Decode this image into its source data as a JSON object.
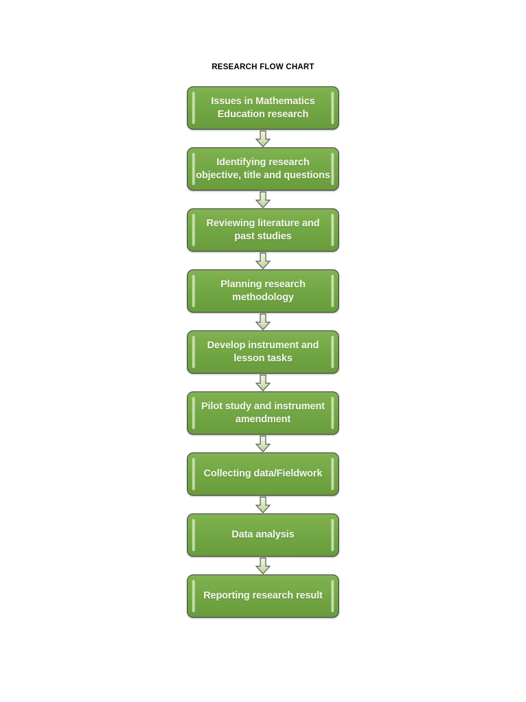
{
  "title": "RESEARCH FLOW CHART",
  "colors": {
    "node_fill_top": "#82b354",
    "node_fill_bottom": "#699c3c",
    "node_border": "#3e3e3e",
    "node_text": "#f4f7ee",
    "node_bevel": "#dff0c8",
    "arrow_fill_light": "#eaf3dd",
    "arrow_fill_dark": "#b9d39a",
    "arrow_outline": "#565656",
    "title_text": "#000000",
    "background": "#ffffff"
  },
  "chart_data": {
    "type": "diagram",
    "diagram_kind": "flowchart",
    "orientation": "vertical",
    "title": "RESEARCH FLOW CHART",
    "node_count": 9,
    "connector_count": 8,
    "connector_type": "down-arrow",
    "nodes": [
      {
        "id": "n1",
        "label": "Issues in Mathematics\nEducation research"
      },
      {
        "id": "n2",
        "label": "Identifying research\nobjective, title and questions"
      },
      {
        "id": "n3",
        "label": "Reviewing literature and\npast studies"
      },
      {
        "id": "n4",
        "label": "Planning research\nmethodology"
      },
      {
        "id": "n5",
        "label": "Develop instrument and\nlesson tasks"
      },
      {
        "id": "n6",
        "label": "Pilot study and instrument\namendment"
      },
      {
        "id": "n7",
        "label": "Collecting data/Fieldwork"
      },
      {
        "id": "n8",
        "label": "Data analysis"
      },
      {
        "id": "n9",
        "label": "Reporting research result"
      }
    ],
    "edges": [
      {
        "from": "n1",
        "to": "n2"
      },
      {
        "from": "n2",
        "to": "n3"
      },
      {
        "from": "n3",
        "to": "n4"
      },
      {
        "from": "n4",
        "to": "n5"
      },
      {
        "from": "n5",
        "to": "n6"
      },
      {
        "from": "n6",
        "to": "n7"
      },
      {
        "from": "n7",
        "to": "n8"
      },
      {
        "from": "n8",
        "to": "n9"
      }
    ]
  }
}
